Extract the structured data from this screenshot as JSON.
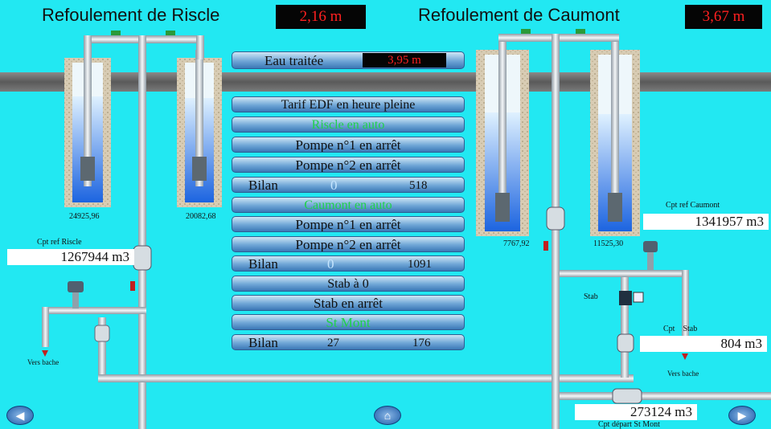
{
  "header": {
    "riscle_title": "Refoulement de Riscle",
    "riscle_level": "2,16 m",
    "caumont_title": "Refoulement de Caumont",
    "caumont_level": "3,67 m"
  },
  "center": {
    "treated_label": "Eau traitée",
    "treated_value": "3,95 m",
    "tarif": "Tarif EDF en heure pleine",
    "riscle_mode": "Riscle en auto",
    "riscle_pump1": "Pompe n°1 en   arrêt",
    "riscle_pump2": "Pompe n°2 en   arrêt",
    "riscle_bilan_label": "Bilan",
    "riscle_bilan_a": "0",
    "riscle_bilan_b": "518",
    "caumont_mode": "Caumont en auto",
    "caumont_pump1": "Pompe n°1 en   arrêt",
    "caumont_pump2": "Pompe n°2 en   arrêt",
    "caumont_bilan_label": "Bilan",
    "caumont_bilan_a": "0",
    "caumont_bilan_b": "1091",
    "stab_zero": "Stab à 0",
    "stab_state": "Stab en   arrêt",
    "st_mont": "St Mont",
    "stmont_bilan_label": "Bilan",
    "stmont_bilan_a": "27",
    "stmont_bilan_b": "176"
  },
  "riscle": {
    "well1_value": "24925,96",
    "well2_value": "20082,68",
    "counter_label": "Cpt ref Riscle",
    "counter_value": "1267944 m3",
    "drain_label": "Vers bache"
  },
  "caumont": {
    "well1_value": "7767,92",
    "well2_value": "11525,30",
    "counter_label": "Cpt ref Caumont",
    "counter_value": "1341957 m3",
    "stab_label": "Stab",
    "stab_counter_label": "Cpt    Stab",
    "stab_counter_value": "804 m3",
    "drain_label": "Vers bache"
  },
  "stmont": {
    "counter_value": "273124 m3",
    "counter_label": "Cpt départ St Mont"
  },
  "nav": {
    "prev_icon": "◀",
    "home_icon": "⌂",
    "next_icon": "▶"
  },
  "colors": {
    "background": "#22e8f2",
    "alarm_red": "#ff2020",
    "status_green": "#1fd14a",
    "panel_blue": "#6fa6d6"
  }
}
